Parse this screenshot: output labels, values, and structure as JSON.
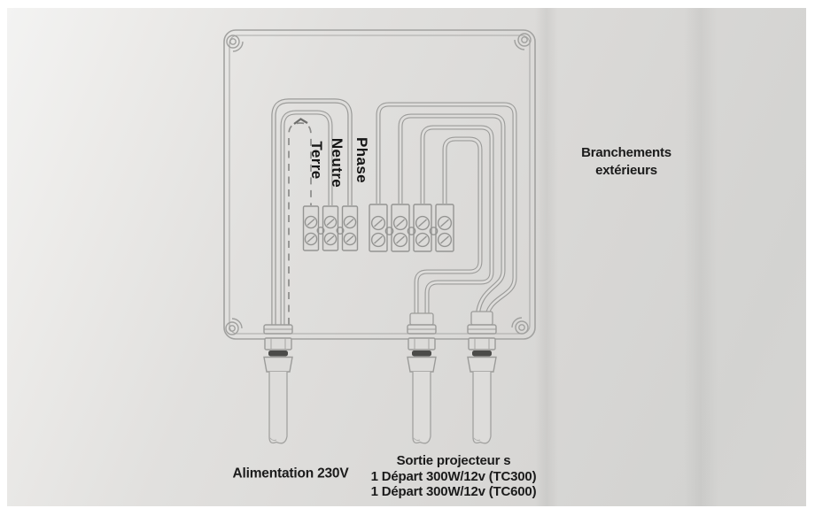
{
  "labels": {
    "terre": "Terre",
    "neutre": "Neutre",
    "phase": "Phase",
    "branchements": {
      "line1": "Branchements",
      "line2": "extérieurs"
    },
    "alimentation": "Alimentation 230V",
    "sortie": {
      "line1": "Sortie projecteur s",
      "line2": "1 Départ 300W/12v (TC300)",
      "line3": "1 Départ 300W/12v (TC600)"
    }
  },
  "colors": {
    "paper": "#dcdbd9",
    "line_art": "#9b9b99",
    "text": "#1b1b1b",
    "gasket": "#4b4b49"
  },
  "structure": {
    "input_terminal_poles": 3,
    "output_terminal_poles": 4,
    "cable_glands": 3
  }
}
